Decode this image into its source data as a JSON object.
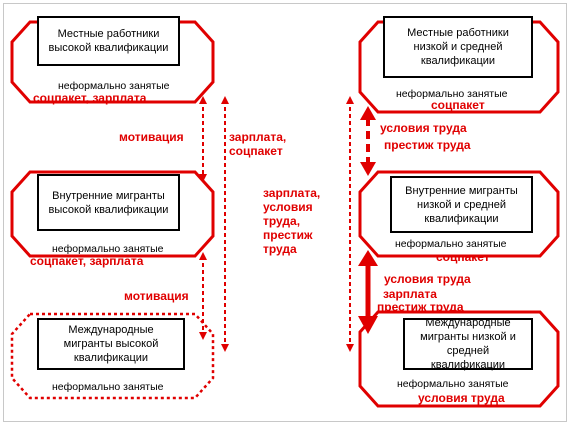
{
  "left": {
    "local": {
      "title": "Местные работники высокой квалификации",
      "informal": "неформально занятые",
      "tag": "соцпакет, зарплата"
    },
    "internal": {
      "title": "Внутренние мигранты высокой квалификации",
      "informal": "неформально занятые",
      "tag": "соцпакет, зарплата"
    },
    "international": {
      "title": "Международные мигранты высокой квалификации",
      "informal": "неформально занятые"
    },
    "arrows": {
      "motivation_top": "мотивация",
      "salary_social": "зарплата, соцпакет",
      "motivation_bottom": "мотивация"
    }
  },
  "right": {
    "local": {
      "title": "Местные работники низкой и средней квалификации",
      "informal": "неформально занятые",
      "tag": "соцпакет"
    },
    "internal": {
      "title": "Внутренние мигранты низкой и средней квалификации",
      "informal": "неформально занятые",
      "tag": "соцпакет"
    },
    "international": {
      "title": "Международные мигранты низкой и средней квалификации",
      "informal": "неформально занятые",
      "tag": "условия труда"
    },
    "arrows": {
      "conditions_top": "условия труда",
      "prestige": "престиж труда",
      "salary_conditions_prestige": "зарплата, условия труда, престиж труда",
      "conditions_bottom": "условия труда",
      "salary": "зарплата",
      "prestige_conditions": "престиж труда"
    }
  },
  "colors": {
    "accent": "#e00000",
    "box_border": "#000000"
  }
}
